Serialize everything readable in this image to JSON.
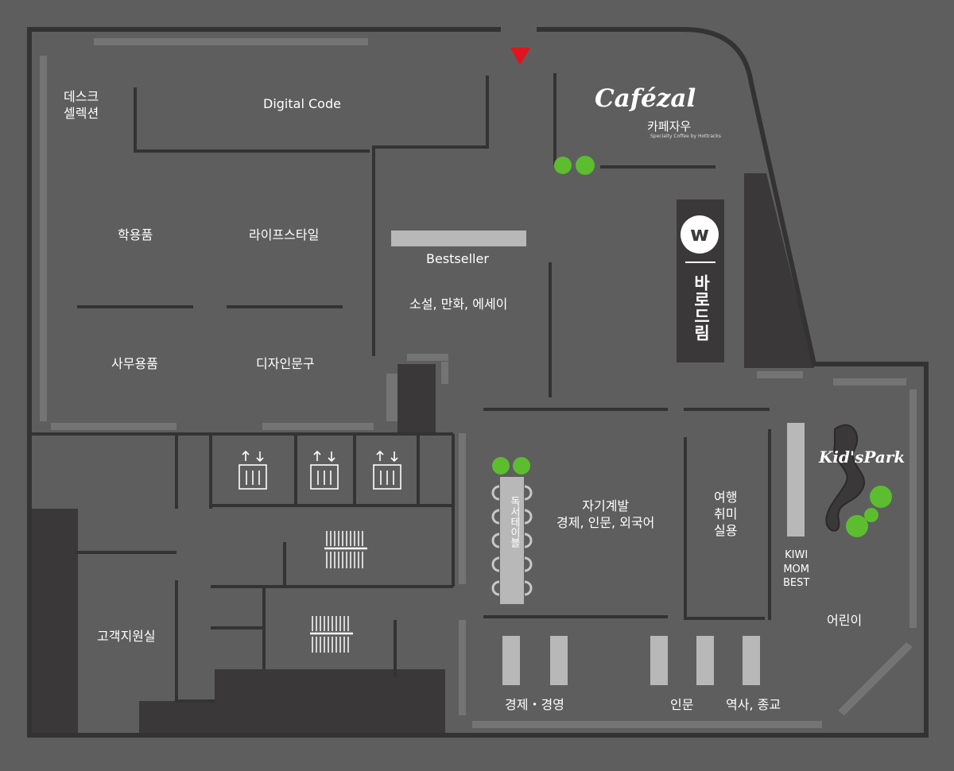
{
  "zones": {
    "desk_selection": [
      "데스크",
      "셀렉션"
    ],
    "digital_code": "Digital Code",
    "school_supplies": "학용품",
    "lifestyle": "라이프스타일",
    "office_supplies": "사무용품",
    "design_stationery": "디자인문구",
    "bestseller": "Bestseller",
    "novels": "소설, 만화, 에세이",
    "self_help": [
      "자기계발",
      "경제, 인문, 외국어"
    ],
    "travel": [
      "여행",
      "취미",
      "실용"
    ],
    "kiwi_mom": [
      "KIWI",
      "MOM",
      "BEST"
    ],
    "children": "어린이",
    "customer_support": "고객지원실",
    "economics": "경제・경영",
    "humanities": "인문",
    "history": "역사, 종교"
  },
  "brands": {
    "cafe_name": "Cafézal",
    "cafe_korean": "카페자우",
    "cafe_subtitle": "Specialty Coffee by Hottracks",
    "barodream": "바로드림",
    "barodream_logo": "w",
    "reading_table": "독서테이블",
    "kids_park": "Kid'sPark"
  },
  "icons": {
    "entrance": "entrance-triangle-icon",
    "elevator": "elevator-icon",
    "escalator": "escalator-icon",
    "plant": "plant-icon"
  },
  "colors": {
    "floor": "#5e5e5e",
    "wall": "#333333",
    "shelf": "#747474",
    "dark_area": "#3a3838",
    "display": "#b8b8b8",
    "entrance": "#e0141e",
    "plant": "#5cbd2e",
    "text": "#ffffff"
  }
}
